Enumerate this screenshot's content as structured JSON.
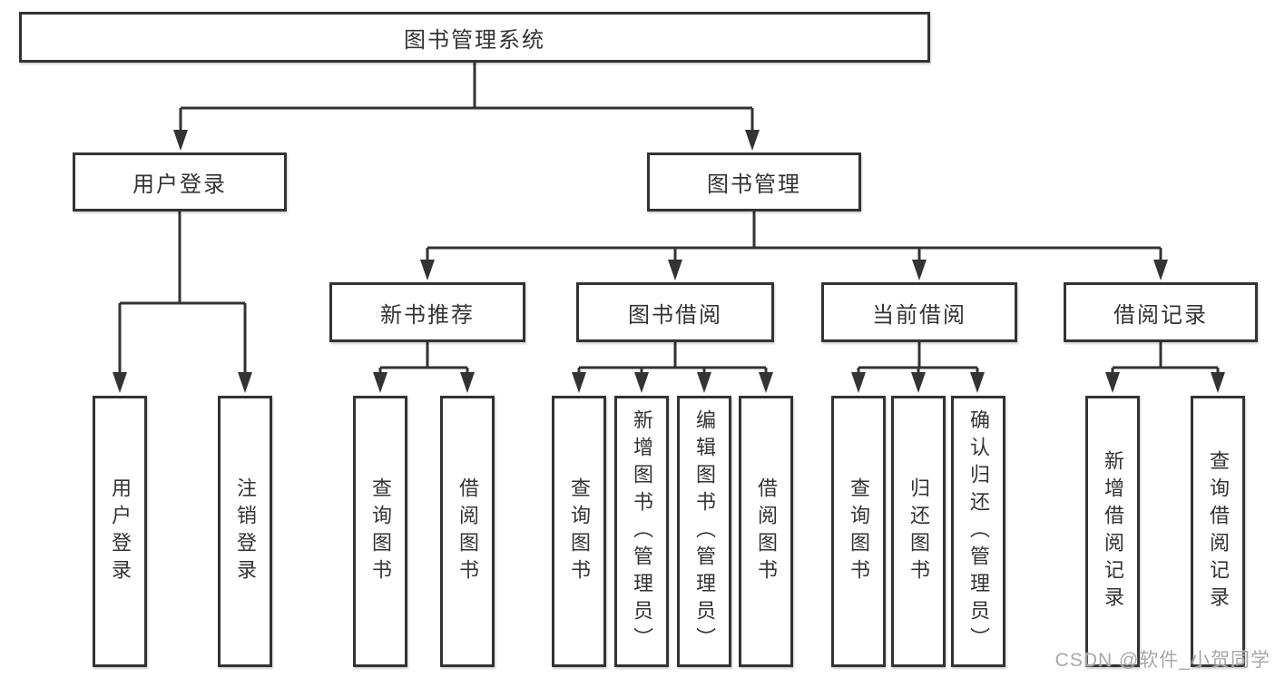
{
  "root": {
    "label": "图书管理系统"
  },
  "level2": [
    {
      "label": "用户登录"
    },
    {
      "label": "图书管理"
    }
  ],
  "level3": [
    {
      "label": "新书推荐"
    },
    {
      "label": "图书借阅"
    },
    {
      "label": "当前借阅"
    },
    {
      "label": "借阅记录"
    }
  ],
  "leaves": [
    {
      "label": "用户登录"
    },
    {
      "label": "注销登录"
    },
    {
      "label": "查询图书"
    },
    {
      "label": "借阅图书"
    },
    {
      "label": "查询图书"
    },
    {
      "label": "新增图书（管理员）"
    },
    {
      "label": "编辑图书（管理员）"
    },
    {
      "label": "借阅图书"
    },
    {
      "label": "查询图书"
    },
    {
      "label": "归还图书"
    },
    {
      "label": "确认归还（管理员）"
    },
    {
      "label": "新增借阅记录"
    },
    {
      "label": "查询借阅记录"
    }
  ],
  "watermark": "CSDN @软件_小贺同学",
  "colors": {
    "line": "#333333",
    "text": "#333333",
    "box_background": "#ffffff",
    "watermark": "#a8a8a8"
  }
}
